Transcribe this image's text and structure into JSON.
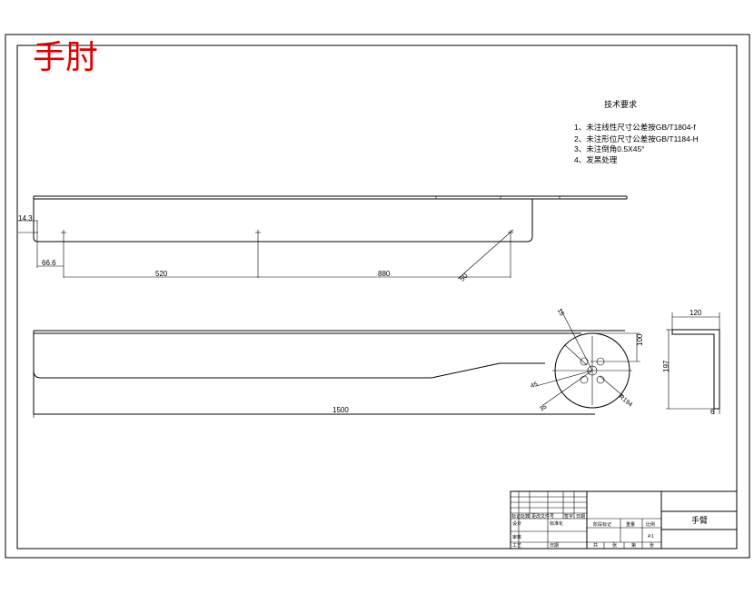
{
  "stamp": {
    "text": "手肘",
    "color": "#e00000"
  },
  "tech": {
    "title": "技术要求",
    "items": [
      "1、未注线性尺寸公差按GB/T1804-f",
      "2、未注形位尺寸公差按GB/T1184-H",
      "3、未注倒角0.5X45°",
      "4、发黑处理"
    ]
  },
  "dims": {
    "d143": "14.3",
    "d666": "66.6",
    "d520": "520",
    "d880": "880",
    "d50": "50",
    "d1500": "1500",
    "d15": "15",
    "d100": "100",
    "d45": "45",
    "d35": "35",
    "d194": "R194",
    "d120": "120",
    "d197": "197",
    "d6": "6"
  },
  "titleblock": {
    "part_name": "手臂",
    "row1": [
      "标记",
      "处数",
      "更改文件号",
      "签字",
      "日期"
    ],
    "r_design": "设计",
    "r_std": "标准化",
    "r_stage": "阶段标记",
    "r_weight": "重量",
    "r_scale": "比例",
    "scale_value": "4:1",
    "r_check": "审核",
    "r_process": "工艺",
    "r_approve": "日期",
    "r_sheets": "共",
    "r_zhang": "张",
    "r_di": "第",
    "r_zhang2": "张"
  }
}
